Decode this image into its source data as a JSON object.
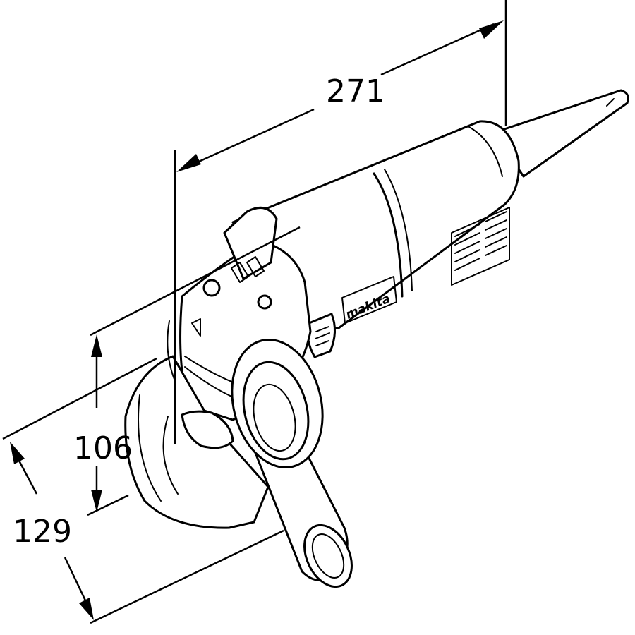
{
  "drawing": {
    "brand_label": "makita",
    "dimensions": {
      "length": "271",
      "height_body": "106",
      "height_total": "129"
    }
  }
}
